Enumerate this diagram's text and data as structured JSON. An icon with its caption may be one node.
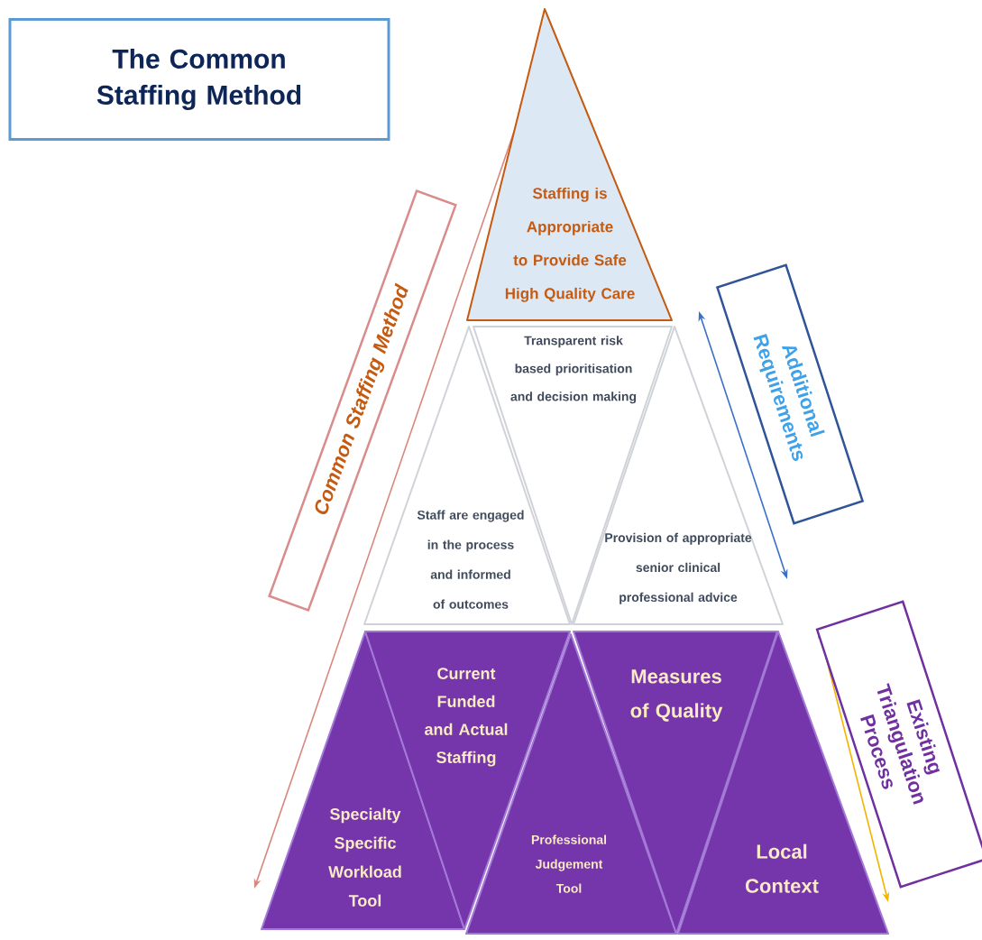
{
  "diagram": {
    "title": "The Common Staffing Method",
    "nodes": [
      {
        "text": [
          "Staffing is Appropriate to Provide Safe High Quality Care"
        ]
      },
      {
        "text": [
          "Staff are engaged in the process and informed of outcomes"
        ]
      },
      {
        "text": [
          "Transparent risk based prioritisation and decision making"
        ]
      },
      {
        "text": [
          "Provision of appropriate senior clinical professional advice"
        ]
      },
      {
        "text": [
          "Specialty Specific Workload Tool"
        ]
      },
      {
        "text": [
          "Current Funded and Actual Staffing"
        ]
      },
      {
        "text": [
          "Professional Judgement Tool"
        ]
      },
      {
        "text": [
          "Measures of Quality"
        ]
      },
      {
        "text": [
          "Local Context"
        ]
      },
      {
        "text": [
          "Common Staffing Method"
        ]
      },
      {
        "text": [
          "Additional Requirements"
        ]
      },
      {
        "text": [
          "Existing Triangulation Process"
        ]
      }
    ]
  }
}
